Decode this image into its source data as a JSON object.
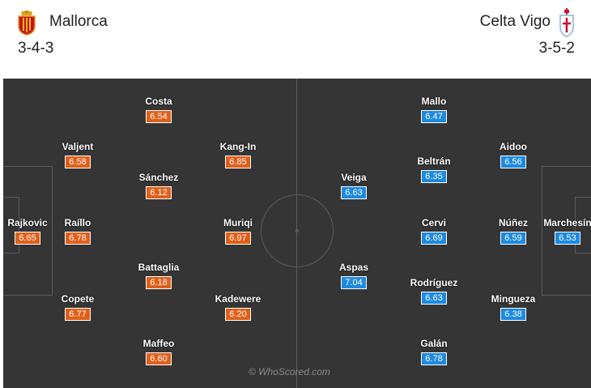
{
  "colors": {
    "home_rating_bg": "#e0601a",
    "away_rating_bg": "#1d8ae0",
    "pitch": "#353535",
    "pitch_lines": "#5b5b5b"
  },
  "home": {
    "name": "Mallorca",
    "formation": "3-4-3",
    "crest_icon": "mallorca-crest-icon",
    "players": [
      {
        "name": "Costa",
        "rating": "6.54"
      },
      {
        "name": "Valjent",
        "rating": "6.58"
      },
      {
        "name": "Kang-In",
        "rating": "6.85"
      },
      {
        "name": "Sánchez",
        "rating": "6.12"
      },
      {
        "name": "Rajkovic",
        "rating": "6.65"
      },
      {
        "name": "Raíllo",
        "rating": "6.78"
      },
      {
        "name": "Muriqi",
        "rating": "6.97"
      },
      {
        "name": "Battaglia",
        "rating": "6.18"
      },
      {
        "name": "Copete",
        "rating": "6.77"
      },
      {
        "name": "Kadewere",
        "rating": "6.20"
      },
      {
        "name": "Maffeo",
        "rating": "6.60"
      }
    ]
  },
  "away": {
    "name": "Celta Vigo",
    "formation": "3-5-2",
    "crest_icon": "celta-crest-icon",
    "players": [
      {
        "name": "Mallo",
        "rating": "6.47"
      },
      {
        "name": "Aidoo",
        "rating": "6.56"
      },
      {
        "name": "Beltrán",
        "rating": "6.35"
      },
      {
        "name": "Veiga",
        "rating": "6.63"
      },
      {
        "name": "Cervi",
        "rating": "6.69"
      },
      {
        "name": "Núñez",
        "rating": "6.59"
      },
      {
        "name": "Marchesín",
        "rating": "6.53"
      },
      {
        "name": "Aspas",
        "rating": "7.04"
      },
      {
        "name": "Rodríguez",
        "rating": "6.63"
      },
      {
        "name": "Mingueza",
        "rating": "6.38"
      },
      {
        "name": "Galán",
        "rating": "6.78"
      }
    ]
  },
  "watermark": "© WhoScored.com"
}
